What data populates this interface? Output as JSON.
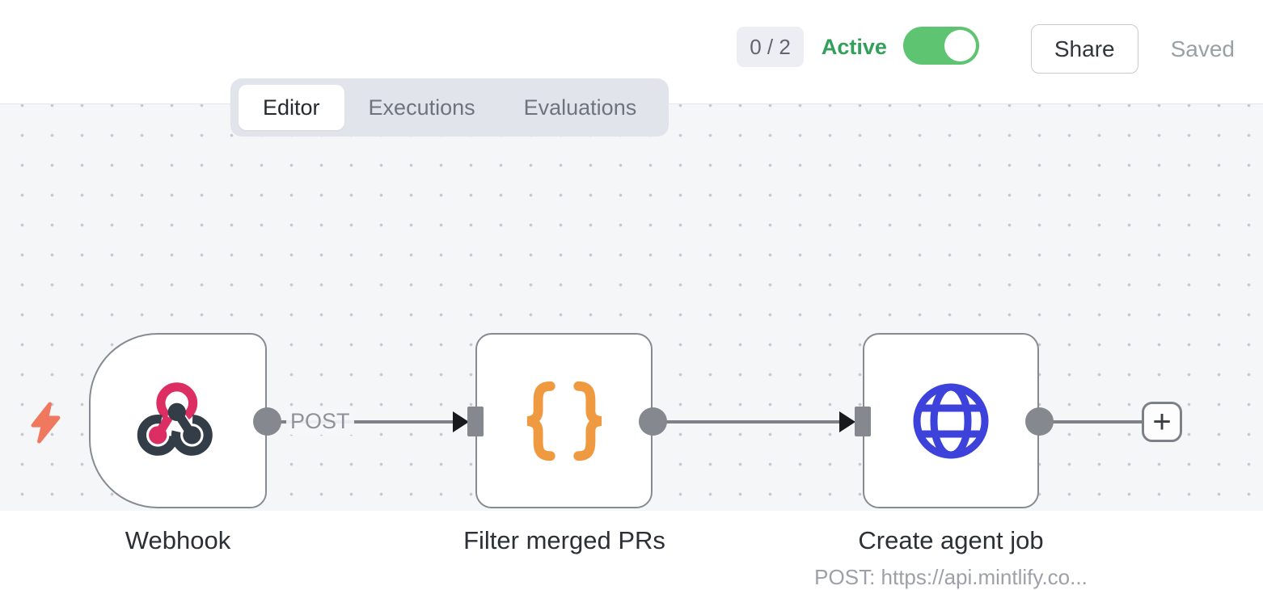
{
  "header": {
    "issues_counter": "0 / 2",
    "active_label": "Active",
    "active_state": "on",
    "share_label": "Share",
    "saved_label": "Saved"
  },
  "tabs": [
    {
      "label": "Editor",
      "active": true
    },
    {
      "label": "Executions",
      "active": false
    },
    {
      "label": "Evaluations",
      "active": false
    }
  ],
  "workflow": {
    "nodes": [
      {
        "id": "webhook",
        "label": "Webhook",
        "type": "webhook-trigger",
        "icon": "webhook-icon",
        "output_label": "POST"
      },
      {
        "id": "filter",
        "label": "Filter merged PRs",
        "type": "code",
        "icon": "code-braces-icon"
      },
      {
        "id": "http",
        "label": "Create agent job",
        "type": "http-request",
        "icon": "globe-icon",
        "subtitle": "POST: https://api.mintlify.co..."
      }
    ],
    "connections": [
      {
        "from": "webhook",
        "to": "filter",
        "label": "POST"
      },
      {
        "from": "filter",
        "to": "http"
      },
      {
        "from": "http",
        "to": "add-node-button"
      }
    ],
    "add_button_glyph": "+"
  },
  "colors": {
    "accent_green": "#33a05a",
    "toggle_green": "#5ec471",
    "node_border": "#868a92",
    "connector_gray": "#85888e",
    "link_gray": "#7e8288",
    "webhook_pink": "#dc2e63",
    "webhook_dark": "#323d47",
    "braces_orange": "#ef9a41",
    "globe_blue": "#3c42da",
    "trigger_bolt_salmon": "#f0785e",
    "canvas_bg": "#f5f6f8"
  }
}
